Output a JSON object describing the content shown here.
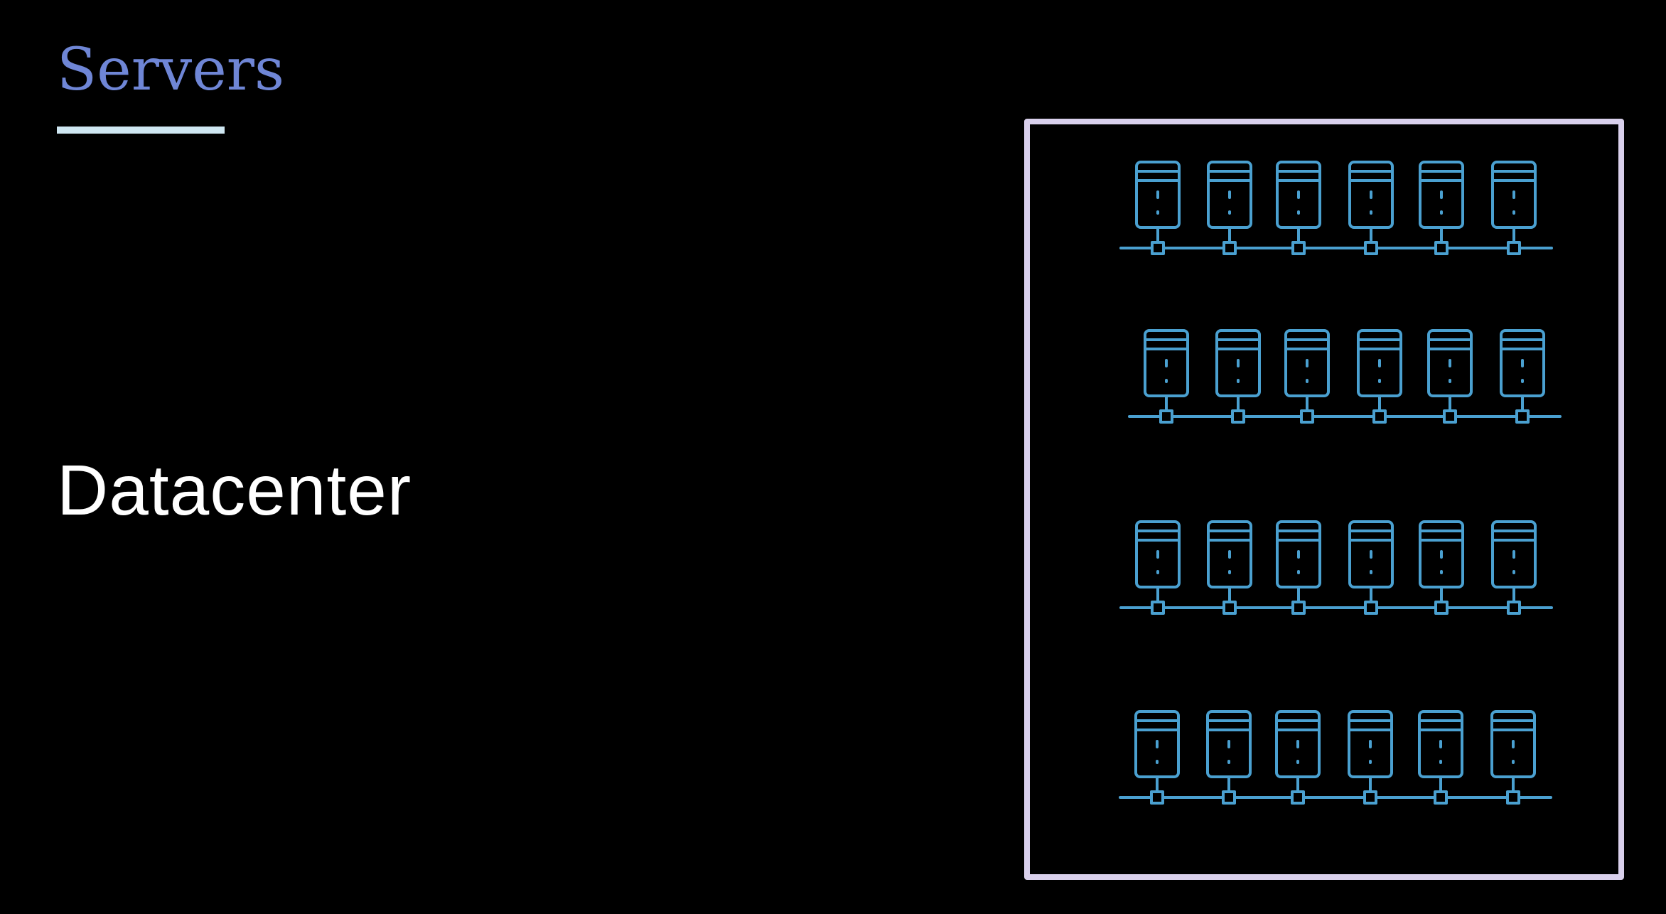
{
  "slide": {
    "title": "Servers",
    "label": "Datacenter"
  },
  "diagram": {
    "server_icon": "server-icon",
    "rows": 4,
    "servers_per_row": 6
  },
  "colors": {
    "background": "#000000",
    "title": "#6f86d6",
    "underline": "#cfe7f2",
    "label": "#ffffff",
    "frame": "#d9d0ec",
    "server": "#4aa0d0"
  }
}
